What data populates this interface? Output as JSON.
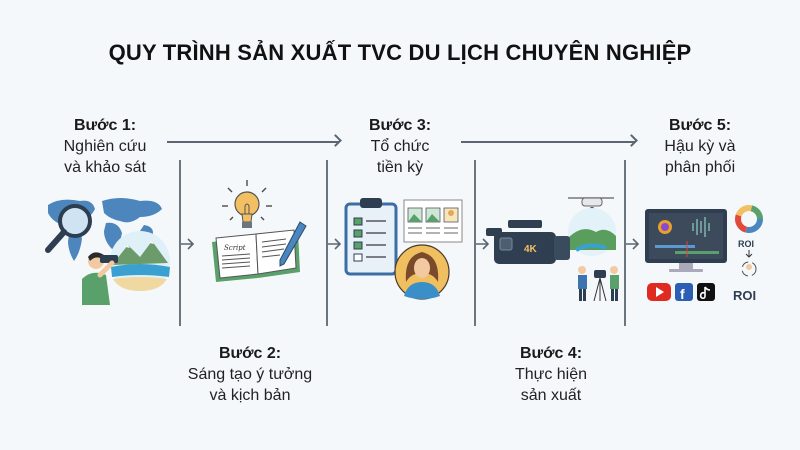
{
  "title": "QUY TRÌNH SẢN XUẤT TVC DU LỊCH CHUYÊN NGHIỆP",
  "steps": [
    {
      "label": "Bước 1:",
      "line1": "Nghiên cứu",
      "line2": "và khảo sát",
      "icon": "research-map-binoculars-icon"
    },
    {
      "label": "Bước 2:",
      "line1": "Sáng tạo ý tưởng",
      "line2": "và kịch bản",
      "icon": "idea-script-book-icon",
      "script_text": "Script"
    },
    {
      "label": "Bước 3:",
      "line1": "Tổ chức",
      "line2": "tiền kỳ",
      "icon": "checklist-storyboard-casting-icon"
    },
    {
      "label": "Bước 4:",
      "line1": "Thực hiện",
      "line2": "sản xuất",
      "icon": "camera-drone-crew-icon",
      "camera_badge": "4K"
    },
    {
      "label": "Bước 5:",
      "line1": "Hậu kỳ và",
      "line2": "phân phối",
      "icon": "editing-distribution-roi-icon",
      "roi_top": "ROI",
      "roi_bottom": "ROI"
    }
  ],
  "colors": {
    "background": "#f5f8fb",
    "line": "#5b6670",
    "map_blue": "#3f7fb5",
    "accent_green": "#4f9a6a",
    "bulb_yellow": "#f2c063",
    "youtube_red": "#e02b20",
    "facebook_blue": "#2b5fb4",
    "tiktok_black": "#111111"
  }
}
